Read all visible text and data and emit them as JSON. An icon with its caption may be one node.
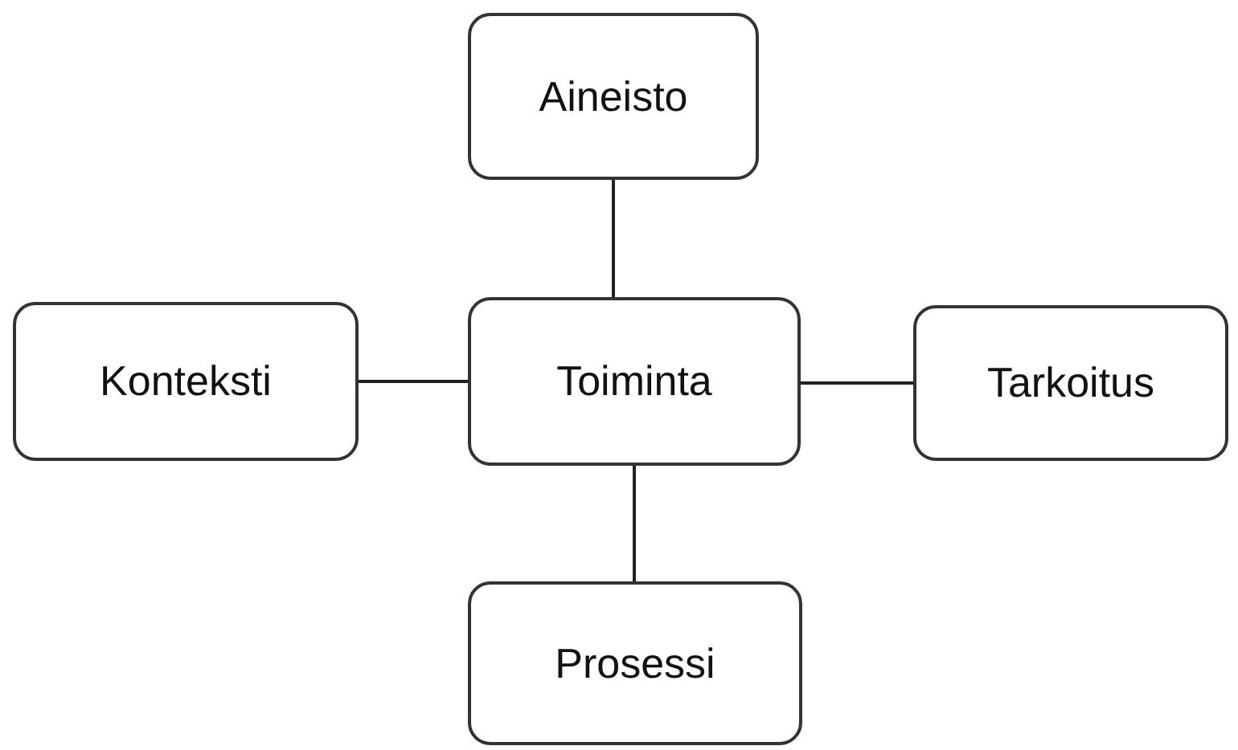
{
  "diagram": {
    "nodes": [
      {
        "text": [
          "Aineisto"
        ]
      },
      {
        "text": [
          "Konteksti"
        ]
      },
      {
        "text": [
          "Toiminta"
        ]
      },
      {
        "text": [
          "Tarkoitus"
        ]
      },
      {
        "text": [
          "Prosessi"
        ]
      }
    ],
    "edges": [
      {
        "from": 2,
        "to": 0,
        "arrow": "none"
      },
      {
        "from": 1,
        "to": 2,
        "arrow": "none"
      },
      {
        "from": 2,
        "to": 3,
        "arrow": "none"
      },
      {
        "from": 2,
        "to": 4,
        "arrow": "none"
      }
    ]
  }
}
